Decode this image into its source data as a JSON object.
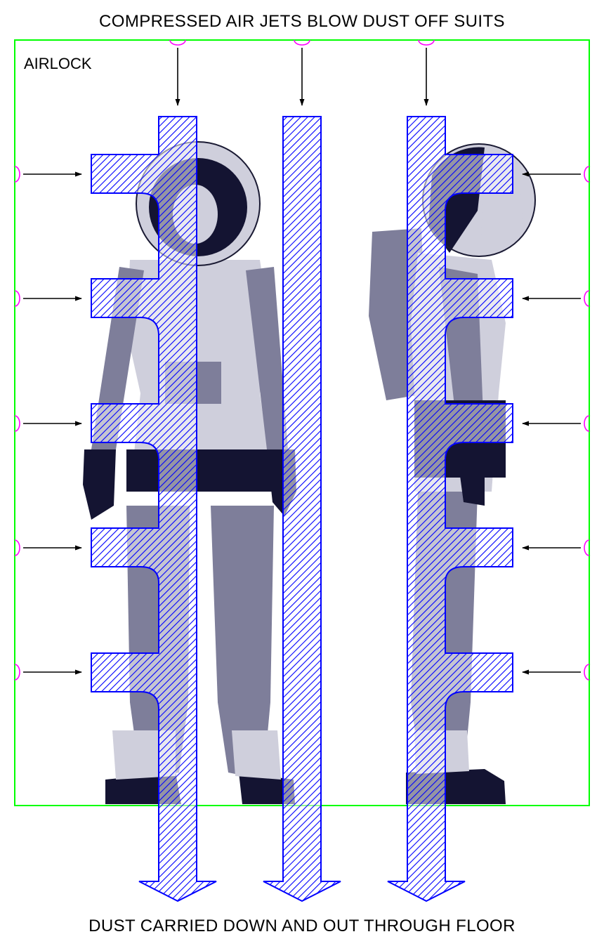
{
  "diagram": {
    "top_caption": "COMPRESSED AIR JETS BLOW DUST OFF SUITS",
    "bottom_caption": "DUST CARRIED DOWN AND OUT THROUGH FLOOR",
    "chamber_label": "AIRLOCK",
    "colors": {
      "chamber_border": "#00ff00",
      "airflow": "#0000ff",
      "nozzle": "#ff00ff",
      "jet_arrow": "#000000"
    },
    "figures": [
      {
        "name": "astronaut-front-view"
      },
      {
        "name": "astronaut-side-view"
      }
    ]
  }
}
